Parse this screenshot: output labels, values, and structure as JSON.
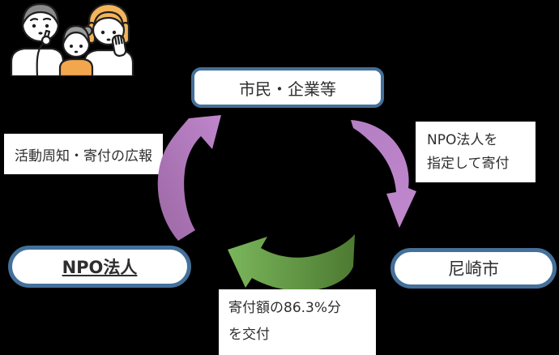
{
  "boxes": {
    "citizens": {
      "label": "市民・企業等"
    },
    "npo": {
      "label": "NPO法人"
    },
    "city": {
      "label": "尼崎市"
    }
  },
  "annotations": {
    "publicity": {
      "text": "活動周知・寄付の広報"
    },
    "designate": {
      "line1": "NPO法人を",
      "line2": "指定して寄付"
    },
    "grant": {
      "line1": "寄付額の86.3%分",
      "line2": "を交付"
    }
  },
  "icons": {
    "family": "family-illustration",
    "arrow_npo_to_citizens": "curved-arrow-up",
    "arrow_citizens_to_city": "curved-arrow-down",
    "arrow_city_to_npo": "curved-arrow-left"
  },
  "colors": {
    "background": "#000000",
    "box_fill": "#ffffff",
    "box_border": "#44709a",
    "text": "#2e2e2e",
    "purple": "#b47fc3",
    "purple_dark": "#9c68a4",
    "purple_light": "#bf86cc",
    "green": "#6aa84e",
    "green_light": "#7ab65b",
    "green_dark": "#4d7a31",
    "hair_gray": "#8a8a8a",
    "hair_gray_light": "#9b9b9b",
    "hair_orange": "#f3b45a",
    "shirt_orange": "#f2a74e",
    "outline": "#1f1f1f"
  }
}
